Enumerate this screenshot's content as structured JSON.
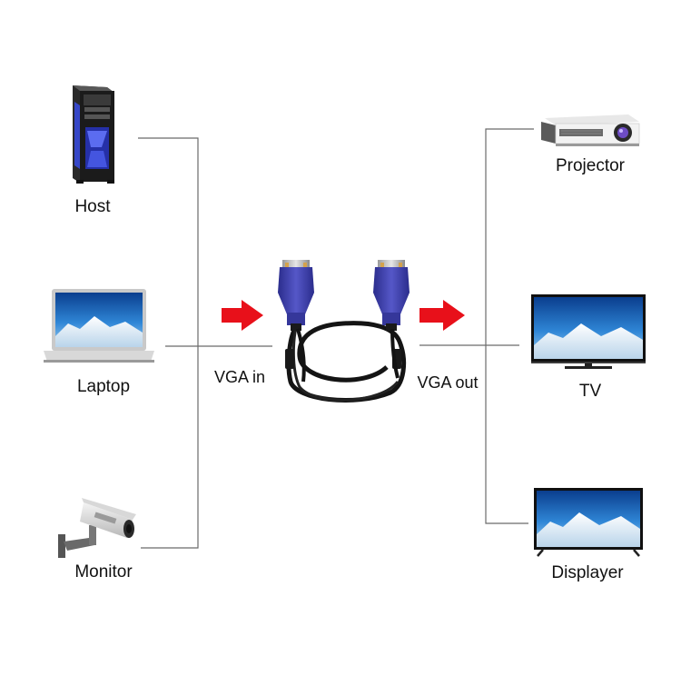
{
  "sources": {
    "host": "Host",
    "laptop": "Laptop",
    "monitor": "Monitor"
  },
  "cable": {
    "input_label": "VGA in",
    "output_label": "VGA out"
  },
  "outputs": {
    "projector": "Projector",
    "tv": "TV",
    "displayer": "Displayer"
  },
  "icons": {
    "host": "desktop-tower-icon",
    "laptop": "laptop-icon",
    "monitor": "security-camera-icon",
    "cable": "vga-cable-icon",
    "projector": "projector-icon",
    "tv": "tv-icon",
    "displayer": "monitor-display-icon",
    "arrow": "red-arrow-icon"
  },
  "colors": {
    "arrow": "#e8101a",
    "connector": "#3d3fa6",
    "cable": "#141414",
    "line": "#6b6b6b"
  }
}
